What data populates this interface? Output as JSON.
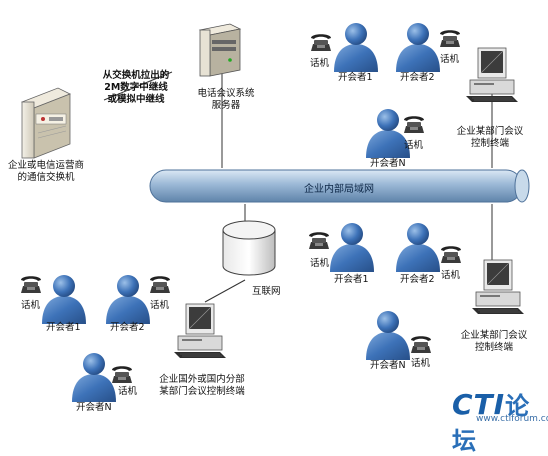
{
  "diagram": {
    "lan_label": "企业内部局域网",
    "pbx_label_line1": "企业或电信运营商",
    "pbx_label_line2": "的通信交换机",
    "trunk_label_line1": "从交换机拉出的",
    "trunk_label_line2": "2M数字中继线",
    "trunk_label_line3": "或模拟中继线",
    "server_label_line1": "电话会议系统",
    "server_label_line2": "服务器",
    "internet_label": "互联网",
    "phone_label": "话机",
    "p1_label": "开会者1",
    "p2_label": "开会者2",
    "pN_label": "开会者N",
    "dept_terminal_line1": "企业某部门会议",
    "dept_terminal_line2": "控制终端",
    "remote_terminal_line1": "企业国外或国内分部",
    "remote_terminal_line2": "某部门会议控制终端",
    "brand_latin": "CTI",
    "brand_cn": "论坛",
    "brand_url": "www.ctiforum.com"
  },
  "colors": {
    "person": "#3d72b8",
    "lan_tube": "#9db9d3",
    "brand": "#1a5fa8"
  }
}
